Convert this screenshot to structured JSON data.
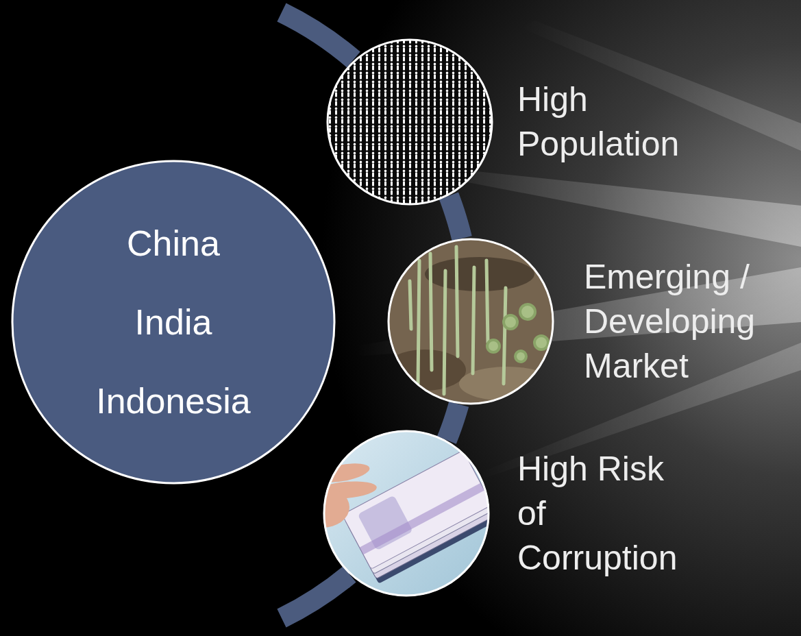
{
  "diagram": {
    "nodes": [
      {
        "text": [
          "China",
          "India",
          "Indonesia"
        ]
      },
      {
        "text": [
          "High Population"
        ]
      },
      {
        "text": [
          "Emerging / Developing Market"
        ]
      },
      {
        "text": [
          "High Risk of Corruption"
        ]
      }
    ],
    "edges": [
      {
        "from": 1,
        "to": 2,
        "arrow": "none"
      },
      {
        "from": 2,
        "to": 3,
        "arrow": "none"
      }
    ]
  }
}
